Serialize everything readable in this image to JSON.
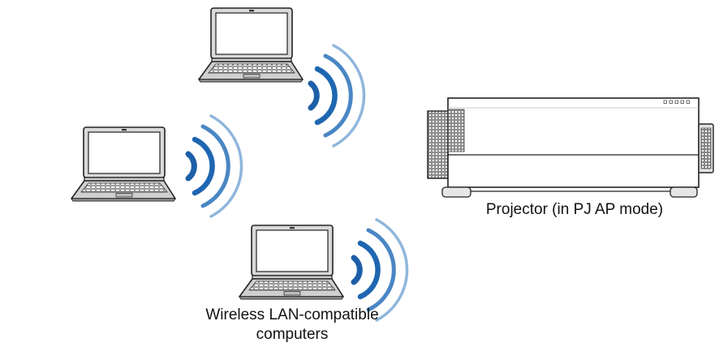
{
  "diagram": {
    "projector": {
      "label": "Projector (in PJ AP mode)",
      "icon": "projector-icon"
    },
    "computers": {
      "label_line1": "Wireless LAN-compatible",
      "label_line2": "computers",
      "icon": "laptop-icon",
      "count": 3
    },
    "signal_icon": "wifi-signal-icon",
    "colors": {
      "outline": "#222222",
      "signal_dark": "#1d5fa8",
      "signal_mid": "#4a86c4",
      "signal_light": "#8fb6dc",
      "body_gray": "#d8d8d8"
    }
  }
}
